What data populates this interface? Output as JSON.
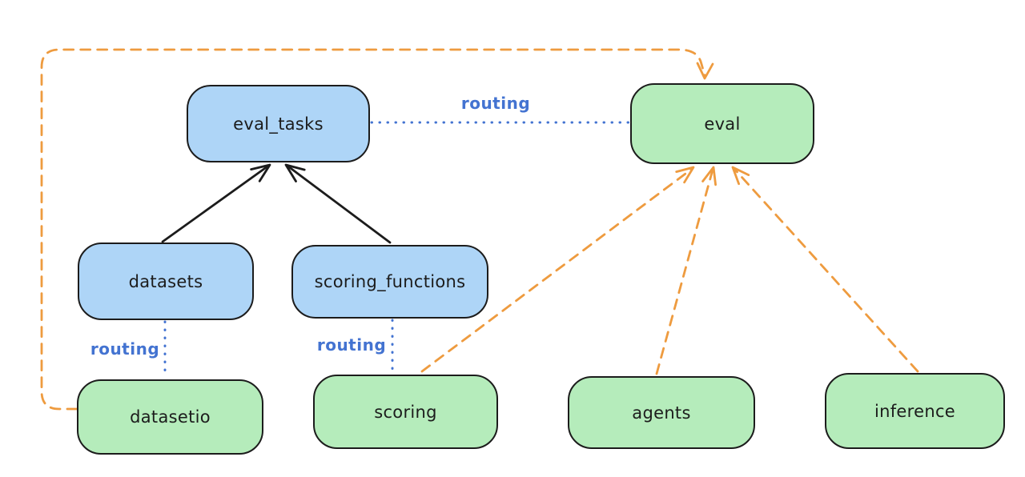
{
  "diagram": {
    "nodes": [
      {
        "id": "eval_tasks",
        "label": "eval_tasks",
        "fill": "#aed5f7"
      },
      {
        "id": "eval",
        "label": "eval",
        "fill": "#b5ecbb"
      },
      {
        "id": "datasets",
        "label": "datasets",
        "fill": "#aed5f7"
      },
      {
        "id": "scoring_functions",
        "label": "scoring_functions",
        "fill": "#aed5f7"
      },
      {
        "id": "datasetio",
        "label": "datasetio",
        "fill": "#b5ecbb"
      },
      {
        "id": "scoring",
        "label": "scoring",
        "fill": "#b5ecbb"
      },
      {
        "id": "agents",
        "label": "agents",
        "fill": "#b5ecbb"
      },
      {
        "id": "inference",
        "label": "inference",
        "fill": "#b5ecbb"
      }
    ],
    "edges": [
      {
        "from": "datasets",
        "to": "eval_tasks",
        "style": "solid",
        "color": "#1c1c1c",
        "label": ""
      },
      {
        "from": "scoring_functions",
        "to": "eval_tasks",
        "style": "solid",
        "color": "#1c1c1c",
        "label": ""
      },
      {
        "from": "eval_tasks",
        "to": "eval",
        "style": "dotted",
        "color": "#4373d1",
        "label": "routing"
      },
      {
        "from": "datasets",
        "to": "datasetio",
        "style": "dotted",
        "color": "#4373d1",
        "label": "routing"
      },
      {
        "from": "scoring_functions",
        "to": "scoring",
        "style": "dotted",
        "color": "#4373d1",
        "label": "routing"
      },
      {
        "from": "datasetio",
        "to": "eval",
        "style": "dashed",
        "color": "#ee9b3f",
        "label": ""
      },
      {
        "from": "scoring",
        "to": "eval",
        "style": "dashed",
        "color": "#ee9b3f",
        "label": ""
      },
      {
        "from": "agents",
        "to": "eval",
        "style": "dashed",
        "color": "#ee9b3f",
        "label": ""
      },
      {
        "from": "inference",
        "to": "eval",
        "style": "dashed",
        "color": "#ee9b3f",
        "label": ""
      }
    ],
    "colors": {
      "node_blue_fill": "#aed5f7",
      "node_green_fill": "#b5ecbb",
      "node_stroke": "#1c1c1c",
      "routing_blue": "#4373d1",
      "arrow_orange": "#ee9b3f",
      "background": "#ffffff"
    }
  }
}
